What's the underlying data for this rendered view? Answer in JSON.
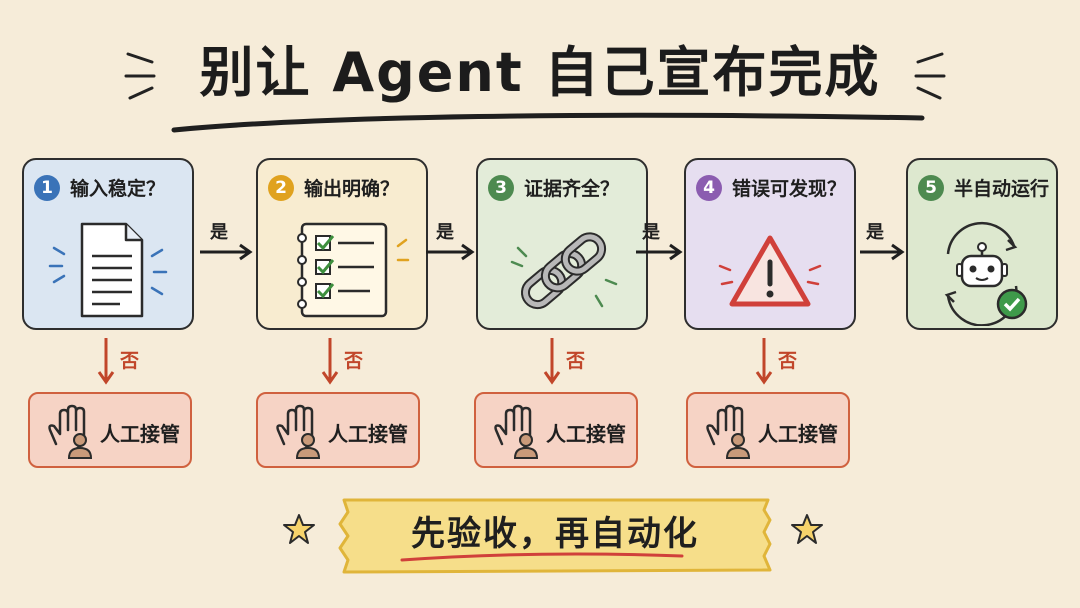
{
  "title": "别让 Agent 自己宣布完成",
  "steps": [
    {
      "number": "1",
      "question": "输入稳定？",
      "icon": "document-icon",
      "color": "#3a73b8",
      "bg": "#dbe6f2"
    },
    {
      "number": "2",
      "question": "输出明确？",
      "icon": "checklist-icon",
      "color": "#e0a21f",
      "bg": "#f8ecd0"
    },
    {
      "number": "3",
      "question": "证据齐全？",
      "icon": "chain-link-icon",
      "color": "#4d8a50",
      "bg": "#e3ecd9"
    },
    {
      "number": "4",
      "question": "错误可发现？",
      "icon": "warning-icon",
      "color": "#8b5cb0",
      "bg": "#e6def0"
    },
    {
      "number": "5",
      "question": "半自动运行",
      "icon": "robot-icon",
      "color": "#4d8a50",
      "bg": "#dde8cf"
    }
  ],
  "yes_label": "是",
  "no_label": "否",
  "manual_label": "人工接管",
  "footer": "先验收，再自动化"
}
